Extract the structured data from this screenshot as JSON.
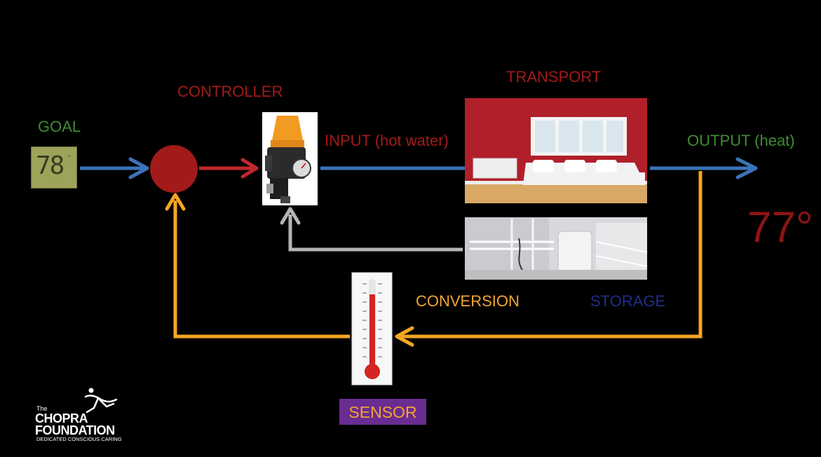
{
  "labels": {
    "goal": "GOAL",
    "controller": "CONTROLLER",
    "input": "INPUT (hot water)",
    "transport": "TRANSPORT",
    "output": "OUTPUT (heat)",
    "conversion": "CONVERSION",
    "storage": "STORAGE",
    "sensor": "SENSOR"
  },
  "goal_display": "78",
  "goal_unit": "°",
  "output_temperature": "77°",
  "logo": {
    "the": "The",
    "line1": "CHOPRA",
    "line2": "FOUNDATION",
    "tagline": "DEDICATED CONSCIOUS CARING"
  },
  "colors": {
    "background": "#000000",
    "controller_red": "#a31a1a",
    "goal_green": "#3f8c33",
    "conversion_orange": "#f3a530",
    "storage_blue": "#1f2f86",
    "flow_blue": "#3c73b8",
    "feedback_orange": "#f5a623",
    "return_gray": "#b5b5b5",
    "sensor_purple": "#6a2c91"
  },
  "icons": [
    "thermostat-icon",
    "pressure-controller-icon",
    "room-photo-icon",
    "boiler-room-photo-icon",
    "thermometer-icon",
    "dancer-logo-icon"
  ]
}
